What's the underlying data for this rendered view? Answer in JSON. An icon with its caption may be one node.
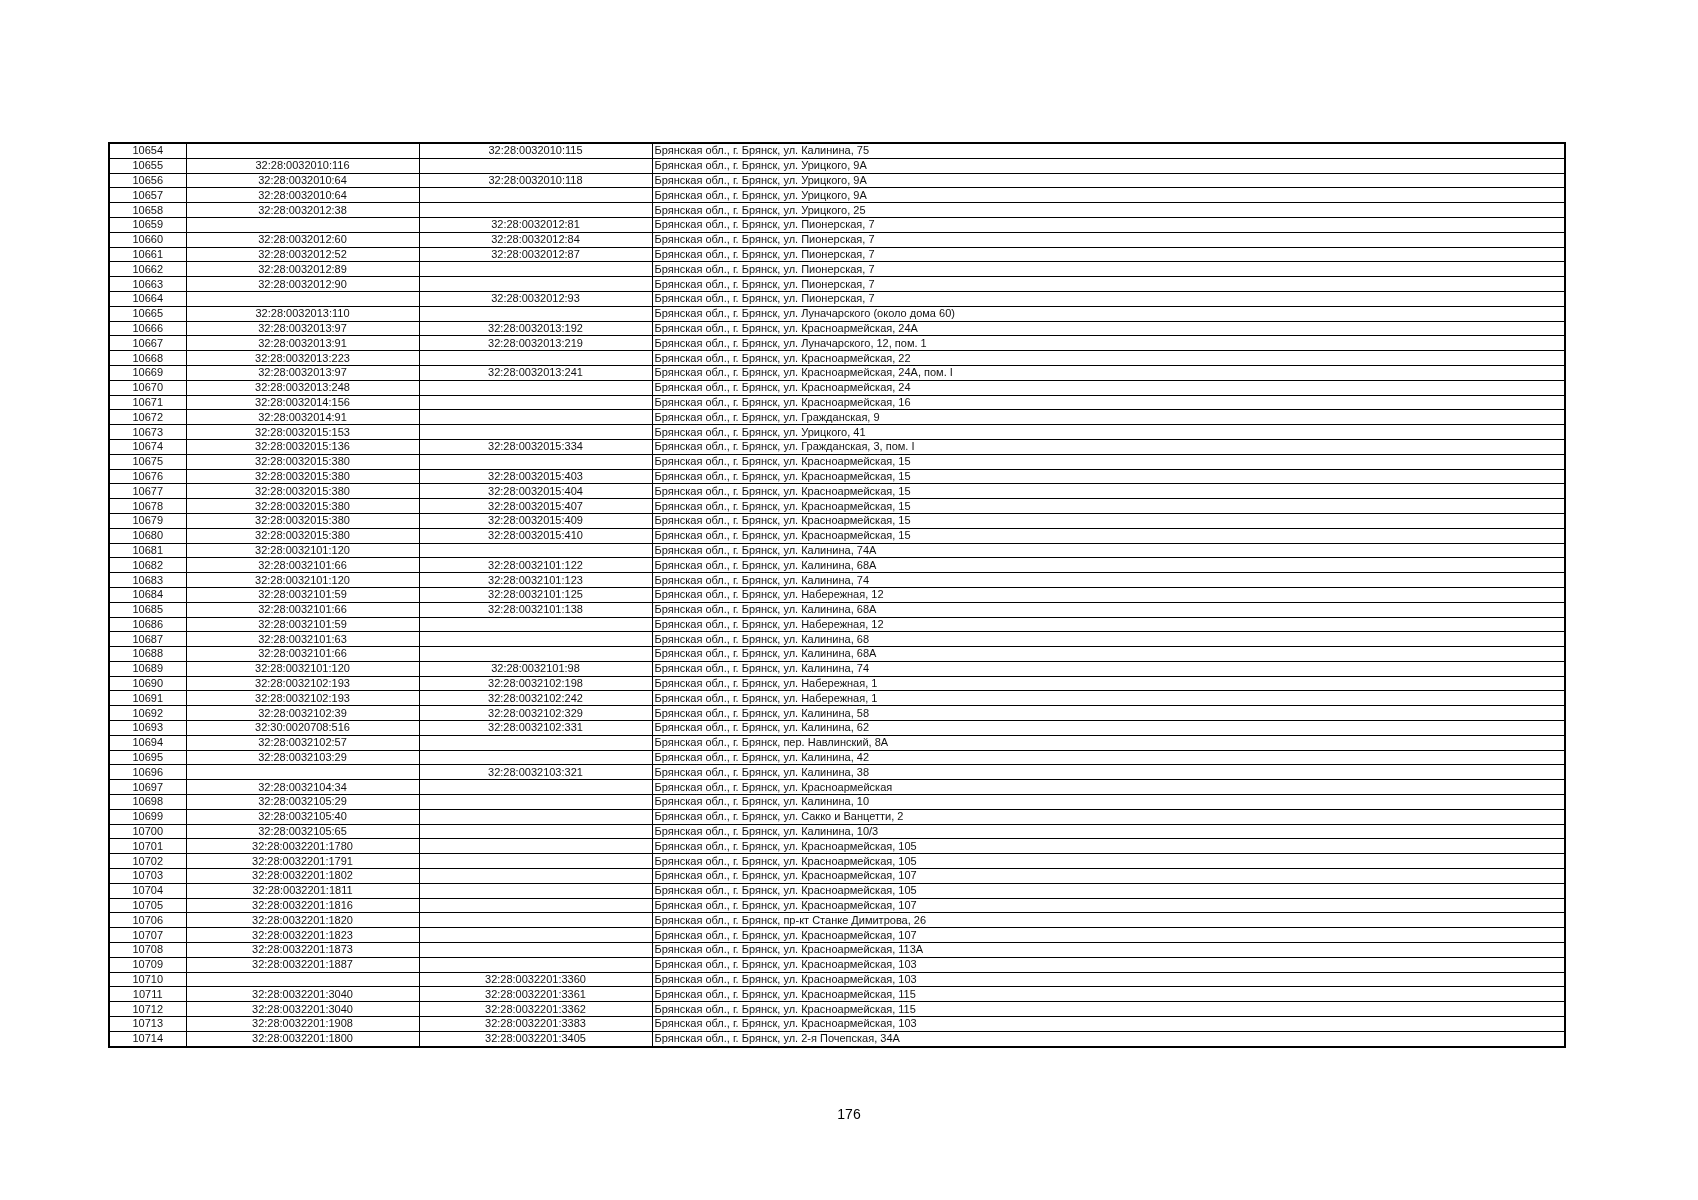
{
  "diagram": {
    "labels": [
      "10654",
      "32:28:0032010:115",
      "Брянская обл., г. Брянск, ул. Калинина, 75",
      "10655",
      "32:28:0032010:116",
      "Брянская обл., г. Брянск, ул. Урицкого, 9А",
      "10656",
      "32:28:0032010:64",
      "32:28:0032010:118",
      "Брянская обл., г. Брянск, ул. Урицкого, 9А",
      "10657",
      "32:28:0032010:64",
      "Брянская обл., г. Брянск, ул. Урицкого, 9А",
      "10658",
      "32:28:0032012:38",
      "Брянская обл., г. Брянск, ул. Урицкого, 25",
      "10659",
      "32:28:0032012:81",
      "Брянская обл., г. Брянск, ул. Пионерская, 7",
      "10660",
      "32:28:0032012:60",
      "32:28:0032012:84",
      "Брянская обл., г. Брянск, ул. Пионерская, 7",
      "10661",
      "32:28:0032012:52",
      "32:28:0032012:87",
      "Брянская обл., г. Брянск, ул. Пионерская, 7",
      "10662",
      "32:28:0032012:89",
      "Брянская обл., г. Брянск, ул. Пионерская, 7",
      "10663",
      "32:28:0032012:90",
      "Брянская обл., г. Брянск, ул. Пионерская, 7",
      "10664",
      "32:28:0032012:93",
      "Брянская обл., г. Брянск, ул. Пионерская, 7",
      "10665",
      "32:28:0032013:110",
      "Брянская обл., г. Брянск, ул. Луначарского (около дома 60)",
      "10666",
      "32:28:0032013:97",
      "32:28:0032013:192",
      "Брянская обл., г. Брянск, ул. Красноармейская, 24А",
      "10667",
      "32:28:0032013:91",
      "32:28:0032013:219",
      "Брянская обл., г. Брянск, ул. Луначарского, 12, пом. 1",
      "10668",
      "32:28:0032013:223",
      "Брянская обл., г. Брянск, ул. Красноармейская, 22",
      "10669",
      "32:28:0032013:97",
      "32:28:0032013:241",
      "Брянская обл., г. Брянск, ул. Красноармейская, 24А, пом. I",
      "10670",
      "32:28:0032013:248",
      "Брянская обл., г. Брянск, ул. Красноармейская, 24",
      "10671",
      "32:28:0032014:156",
      "Брянская обл., г. Брянск, ул. Красноармейская, 16",
      "10672",
      "32:28:0032014:91",
      "Брянская обл., г. Брянск, ул. Гражданская, 9",
      "10673",
      "32:28:0032015:153",
      "Брянская обл., г. Брянск, ул. Урицкого, 41",
      "10674",
      "32:28:0032015:136",
      "32:28:0032015:334",
      "Брянская обл., г. Брянск, ул. Гражданская, 3, пом. I",
      "10675",
      "32:28:0032015:380",
      "Брянская обл., г. Брянск, ул. Красноармейская, 15",
      "10676",
      "32:28:0032015:380",
      "32:28:0032015:403",
      "Брянская обл., г. Брянск, ул. Красноармейская, 15",
      "10677",
      "32:28:0032015:380",
      "32:28:0032015:404",
      "Брянская обл., г. Брянск, ул. Красноармейская, 15",
      "10678",
      "32:28:0032015:380",
      "32:28:0032015:407",
      "Брянская обл., г. Брянск, ул. Красноармейская, 15",
      "10679",
      "32:28:0032015:380",
      "32:28:0032015:409",
      "Брянская обл., г. Брянск, ул. Красноармейская, 15",
      "10680",
      "32:28:0032015:380",
      "32:28:0032015:410",
      "Брянская обл., г. Брянск, ул. Красноармейская, 15",
      "10681",
      "32:28:0032101:120",
      "Брянская обл., г. Брянск, ул. Калинина, 74А",
      "10682",
      "32:28:0032101:66",
      "32:28:0032101:122",
      "Брянская обл., г. Брянск, ул. Калинина, 68А",
      "10683",
      "32:28:0032101:120",
      "32:28:0032101:123",
      "Брянская обл., г. Брянск, ул. Калинина, 74",
      "10684",
      "32:28:0032101:59",
      "32:28:0032101:125",
      "Брянская обл., г. Брянск, ул. Набережная, 12",
      "10685",
      "32:28:0032101:66",
      "32:28:0032101:138",
      "Брянская обл., г. Брянск, ул. Калинина, 68А",
      "10686",
      "32:28:0032101:59",
      "Брянская обл., г. Брянск, ул. Набережная, 12",
      "10687",
      "32:28:0032101:63",
      "Брянская обл., г. Брянск, ул. Калинина, 68",
      "10688",
      "32:28:0032101:66",
      "Брянская обл., г. Брянск, ул. Калинина, 68А",
      "10689",
      "32:28:0032101:120",
      "32:28:0032101:98",
      "Брянская обл., г. Брянск, ул. Калинина, 74",
      "10690",
      "32:28:0032102:193",
      "32:28:0032102:198",
      "Брянская обл., г. Брянск, ул. Набережная, 1",
      "10691",
      "32:28:0032102:193",
      "32:28:0032102:242",
      "Брянская обл., г. Брянск, ул. Набережная, 1",
      "10692",
      "32:28:0032102:39",
      "32:28:0032102:329",
      "Брянская обл., г. Брянск, ул. Калинина, 58",
      "10693",
      "32:30:0020708:516",
      "32:28:0032102:331",
      "Брянская обл., г. Брянск, ул. Калинина, 62",
      "10694",
      "32:28:0032102:57",
      "Брянская обл., г. Брянск, пер. Навлинский, 8А",
      "10695",
      "32:28:0032103:29",
      "Брянская обл., г. Брянск, ул. Калинина, 42",
      "10696",
      "32:28:0032103:321",
      "Брянская обл., г. Брянск, ул. Калинина, 38",
      "10697",
      "32:28:0032104:34",
      "Брянская обл., г. Брянск, ул. Красноармейская",
      "10698",
      "32:28:0032105:29",
      "Брянская обл., г. Брянск, ул. Калинина, 10",
      "10699",
      "32:28:0032105:40",
      "Брянская обл., г. Брянск, ул. Сакко и Ванцетти, 2",
      "10700",
      "32:28:0032105:65",
      "Брянская обл., г. Брянск, ул. Калинина, 10/3",
      "10701",
      "32:28:0032201:1780",
      "Брянская обл., г. Брянск, ул. Красноармейская, 105",
      "10702",
      "32:28:0032201:1791",
      "Брянская обл., г. Брянск, ул. Красноармейская, 105",
      "10703",
      "32:28:0032201:1802",
      "Брянская обл., г. Брянск, ул. Красноармейская, 107",
      "10704",
      "32:28:0032201:1811",
      "Брянская обл., г. Брянск, ул. Красноармейская, 105",
      "10705",
      "32:28:0032201:1816",
      "Брянская обл., г. Брянск, ул. Красноармейская, 107",
      "10706",
      "32:28:0032201:1820",
      "Брянская обл., г. Брянск, пр-кт Станке Димитрова, 26",
      "10707",
      "32:28:0032201:1823",
      "Брянская обл., г. Брянск, ул. Красноармейская, 107",
      "10708",
      "32:28:0032201:1873",
      "Брянская обл., г. Брянск, ул. Красноармейская, 113А",
      "10709",
      "32:28:0032201:1887",
      "Брянская обл., г. Брянск, ул. Красноармейская, 103",
      "10710",
      "32:28:0032201:3360",
      "Брянская обл., г. Брянск, ул. Красноармейская, 103",
      "10711",
      "32:28:0032201:3040",
      "32:28:0032201:3361",
      "Брянская обл., г. Брянск, ул. Красноармейская, 115",
      "10712",
      "32:28:0032201:3040",
      "32:28:0032201:3362",
      "Брянская обл., г. Брянск, ул. Красноармейская, 115",
      "10713",
      "32:28:0032201:1908",
      "32:28:0032201:3383",
      "Брянская обл., г. Брянск, ул. Красноармейская, 103",
      "10714",
      "32:28:0032201:1800",
      "32:28:0032201:3405",
      "Брянская обл., г. Брянск, ул. 2-я Почепская, 34А",
      "176"
    ]
  }
}
